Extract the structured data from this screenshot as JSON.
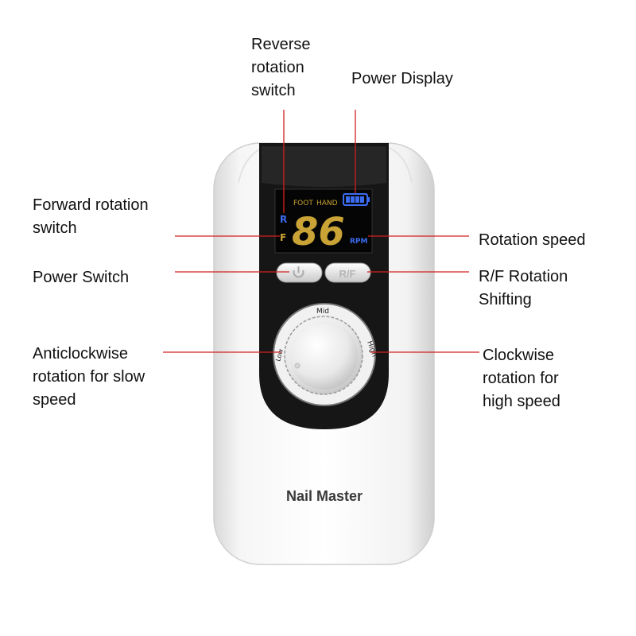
{
  "labels": {
    "reverse_switch": "Reverse\nrotation\nswitch",
    "power_display": "Power Display",
    "forward_switch": "Forward rotation\nswitch",
    "rotation_speed": "Rotation speed",
    "power_switch": "Power Switch",
    "rf_shifting": "R/F Rotation\nShifting",
    "anticlockwise": "Anticlockwise\nrotation for slow\nspeed",
    "clockwise": "Clockwise\nrotation for\nhigh speed"
  },
  "display": {
    "foot": "FOOT",
    "hand": "HAND",
    "r_indicator": "R",
    "f_indicator": "F",
    "speed_value": "86",
    "unit": "RPM",
    "rf_button": "R/F"
  },
  "dial": {
    "low": "Low",
    "mid": "Mid",
    "high": "High"
  },
  "brand": "Nail Master",
  "colors": {
    "leader_line": "#d42020",
    "lcd_amber": "#c9a335",
    "lcd_blue": "#3b6cf0",
    "panel_black": "#161616"
  },
  "icons": {
    "power_button": "power-icon",
    "battery": "battery-icon"
  }
}
